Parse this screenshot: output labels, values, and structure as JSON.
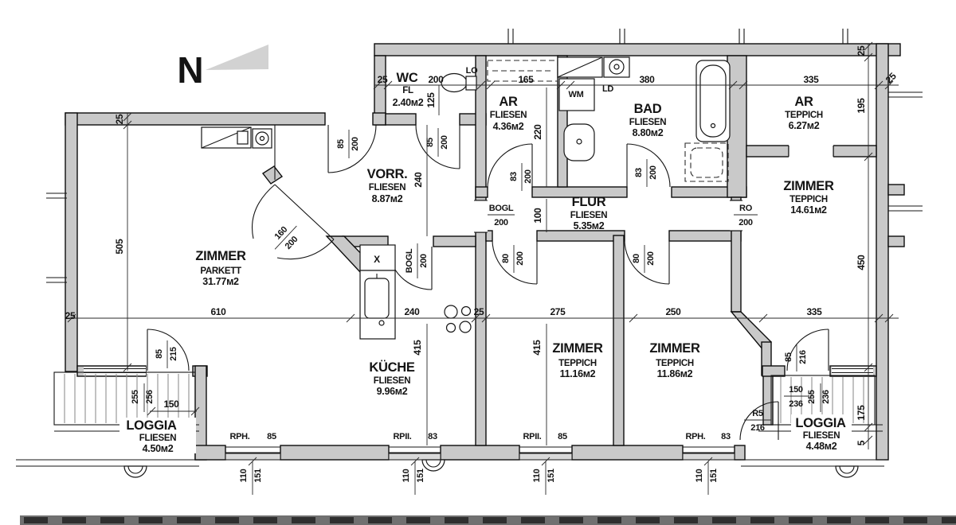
{
  "north": {
    "label": "N"
  },
  "rooms": [
    {
      "name": "WC",
      "floor": "FL",
      "area": "2.40м2"
    },
    {
      "name": "VORR.",
      "floor": "FLIESEN",
      "area": "8.87м2"
    },
    {
      "name": "AR",
      "floor": "FLIESEN",
      "area": "4.36м2"
    },
    {
      "name": "BAD",
      "floor": "FLIESEN",
      "area": "8.80м2"
    },
    {
      "name": "AR",
      "floor": "TEPPICH",
      "area": "6.27м2"
    },
    {
      "name": "FLUR",
      "floor": "FLIESEN",
      "area": "5.35м2"
    },
    {
      "name": "ZIMMER",
      "floor": "TEPPICH",
      "area": "14.61м2"
    },
    {
      "name": "ZIMMER",
      "floor": "PARKETT",
      "area": "31.77м2"
    },
    {
      "name": "KÜCHE",
      "floor": "FLIESEN",
      "area": "9.96м2"
    },
    {
      "name": "ZIMMER",
      "floor": "TEPPICH",
      "area": "11.16м2"
    },
    {
      "name": "ZIMMER",
      "floor": "TEPPICH",
      "area": "11.86м2"
    },
    {
      "name": "LOGGIA",
      "floor": "FLIESEN",
      "area": "4.50м2"
    },
    {
      "name": "LOGGIA",
      "floor": "FLIESEN",
      "area": "4.48м2"
    }
  ],
  "dims": {
    "t25": "25",
    "t200": "200",
    "t165": "165",
    "t380": "380",
    "t335": "335",
    "t25r": "25",
    "m610": "610",
    "m240": "240",
    "m25": "25",
    "m275": "275",
    "m250": "250",
    "m335": "335",
    "m25l": "25",
    "l25": "25",
    "l505": "505",
    "r25": "25",
    "r195": "195",
    "r450": "450",
    "r175": "175",
    "r5": "5",
    "wc125": "125",
    "vorr240": "240",
    "ar220": "220",
    "flur100": "100",
    "k415": "415",
    "z415": "415",
    "lg150": "150"
  },
  "doors": {
    "entry": {
      "w": "85",
      "h": "200"
    },
    "wc": {
      "w": "85",
      "h": "200"
    },
    "ar": {
      "w": "83",
      "h": "200"
    },
    "bad": {
      "w": "83",
      "h": "200"
    },
    "zimmer1": {
      "w": "80",
      "h": "200"
    },
    "zimmer2": {
      "w": "80",
      "h": "200"
    },
    "parkett": {
      "w": "160",
      "h": "200"
    },
    "kueche": {
      "w": "BOGL",
      "h": "200"
    },
    "flur_west": {
      "w": "BOGL",
      "h": "200"
    },
    "flur_east": {
      "w": "RO",
      "h": "200"
    },
    "loggia_left": {
      "w": "85",
      "h": "215"
    },
    "loggia_right": {
      "w": "85",
      "h": "216"
    },
    "r5": {
      "w": "R5",
      "h": "216"
    }
  },
  "windows": {
    "loggia_left_pair": {
      "a": "255",
      "b": "256"
    },
    "loggia_right_stack": {
      "a": "150",
      "b": "236"
    },
    "loggia_right_pair": {
      "a": "255",
      "b": "236"
    },
    "bottom": [
      {
        "label": "RPH.",
        "num": "85",
        "w": "110",
        "h": "151"
      },
      {
        "label": "RPII.",
        "num": "83",
        "w": "110",
        "h": "151"
      },
      {
        "label": "RPII.",
        "num": "85",
        "w": "110",
        "h": "151"
      },
      {
        "label": "RPH.",
        "num": "83",
        "w": "110",
        "h": "151"
      }
    ]
  },
  "labels": {
    "lo": "LO",
    "ld": "LD",
    "wm": "WM",
    "boiler_x": "X"
  }
}
